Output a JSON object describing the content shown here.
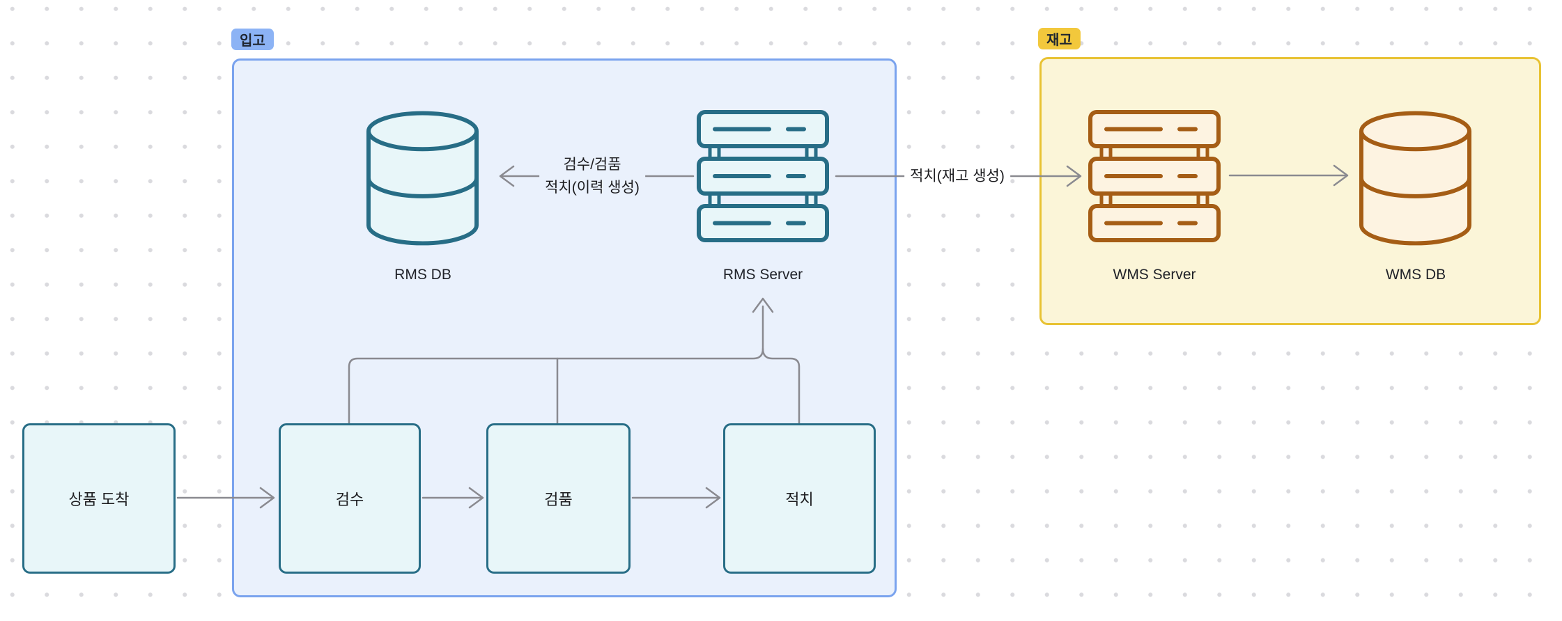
{
  "colors": {
    "bg": "#ffffff",
    "dot": "#dadade",
    "ink": "#1d1d20",
    "arrow": "#8a8a90",
    "teal-stroke": "#276d86",
    "teal-fill": "#e8f6f9",
    "brown-stroke": "#a55d15",
    "brown-fill": "#fdf3e1",
    "blue-border": "#7aa3ee",
    "blue-fill": "#eaf1fc",
    "blue-badge": "#8cb3f5",
    "gold-border": "#e8c233",
    "gold-fill": "#fbf5d8",
    "gold-badge": "#f2c83c",
    "badge-ink": "#1f2630"
  },
  "groups": {
    "inbound": {
      "badge": "입고"
    },
    "inventory": {
      "badge": "재고"
    }
  },
  "nodes": {
    "rms_db": {
      "label": "RMS DB",
      "icon": "database-icon"
    },
    "rms_server": {
      "label": "RMS Server",
      "icon": "server-icon"
    },
    "wms_server": {
      "label": "WMS Server",
      "icon": "server-icon"
    },
    "wms_db": {
      "label": "WMS DB",
      "icon": "database-icon"
    }
  },
  "flow_boxes": [
    {
      "label": "상품 도착"
    },
    {
      "label": "검수"
    },
    {
      "label": "검품"
    },
    {
      "label": "적치"
    }
  ],
  "edge_labels": {
    "rms_server_to_rms_db_line1": "검수/검품",
    "rms_server_to_rms_db_line2": "적치(이력 생성)",
    "rms_server_to_wms_server": "적치(재고 생성)"
  }
}
